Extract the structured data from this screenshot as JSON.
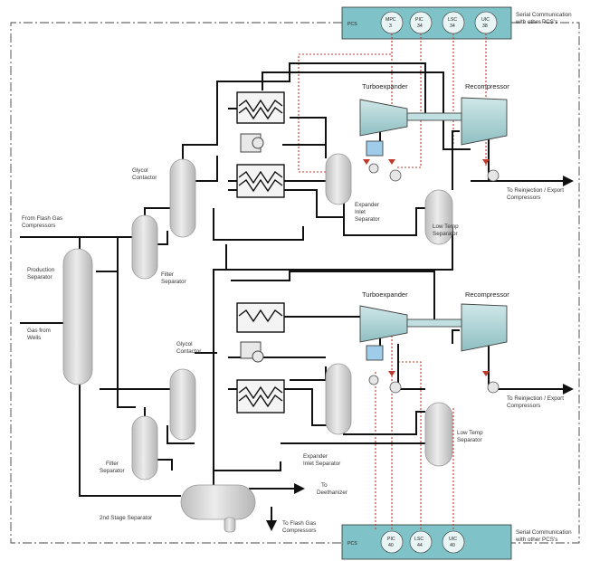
{
  "pcs_top": {
    "label": "PCS",
    "controllers": [
      "MPC 3",
      "PIC 34",
      "LSC 34",
      "UIC 38"
    ]
  },
  "pcs_bottom": {
    "label": "PCS",
    "controllers": [
      "PIC 40",
      "LSC 44",
      "UIC 40"
    ]
  },
  "labels": {
    "serial_top": [
      "Serial Communication",
      "with other PCS's"
    ],
    "serial_bottom": [
      "Serial Communication",
      "with other PCS's"
    ],
    "from_flash_gas": [
      "From Flash Gas",
      "Compressors"
    ],
    "production_sep": [
      "Production",
      "Separator"
    ],
    "gas_from_wells": [
      "Gas from",
      "Wells"
    ],
    "glycol_top": [
      "Glycol",
      "Contactor"
    ],
    "glycol_bottom": [
      "Glycol",
      "Contactor"
    ],
    "filter_top": [
      "Filter",
      "Separator"
    ],
    "filter_bottom": [
      "Filter",
      "Separator"
    ],
    "turbo_top": "Turboexpander",
    "turbo_bottom": "Turboexpander",
    "recomp_top": "Recompressor",
    "recomp_bottom": "Recompressor",
    "expander_top": [
      "Expander",
      "Inlet",
      "Separator"
    ],
    "expander_bottom": [
      "Expander",
      "Inlet Separator"
    ],
    "lowtemp_top": [
      "Low Temp",
      "Separator"
    ],
    "lowtemp_bottom": [
      "Low Temp",
      "Separator"
    ],
    "to_reinjection_top": [
      "To Reinjection / Export",
      "Compressors"
    ],
    "to_reinjection_bottom": [
      "To Reinjection / Export",
      "Compressors"
    ],
    "to_deethanizer": [
      "To",
      "Deethanizer"
    ],
    "to_flash_gas": [
      "To Flash Gas",
      "Compressors"
    ],
    "second_stage": "2nd Stage Separator"
  },
  "colors": {
    "line": "#111111",
    "vessel": "#d6d6d6",
    "teal": "#a9ced1",
    "signal": "#c0392b",
    "pcs": "#7fc3c8"
  }
}
